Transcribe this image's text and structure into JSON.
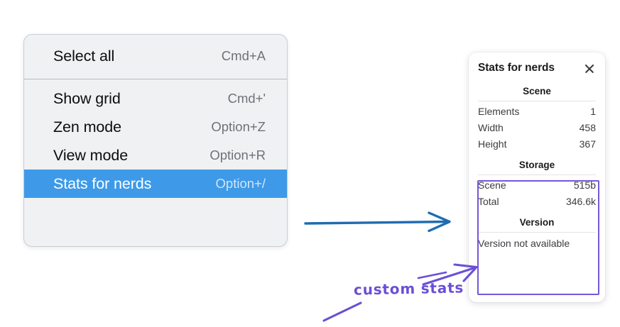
{
  "context_menu": {
    "name": "canvas-context-menu",
    "groups": [
      {
        "items": [
          {
            "label": "Select all",
            "shortcut": "Cmd+A",
            "selected": false
          }
        ]
      },
      {
        "items": [
          {
            "label": "Show grid",
            "shortcut": "Cmd+'",
            "selected": false
          },
          {
            "label": "Zen mode",
            "shortcut": "Option+Z",
            "selected": false
          },
          {
            "label": "View mode",
            "shortcut": "Option+R",
            "selected": false
          },
          {
            "label": "Stats for nerds",
            "shortcut": "Option+/",
            "selected": true
          }
        ]
      }
    ]
  },
  "stats_panel": {
    "title": "Stats for nerds",
    "close_icon": "close-icon",
    "sections": [
      {
        "heading": "Scene",
        "rows": [
          {
            "key": "Elements",
            "value": "1"
          },
          {
            "key": "Width",
            "value": "458"
          },
          {
            "key": "Height",
            "value": "367"
          }
        ]
      },
      {
        "heading": "Storage",
        "rows": [
          {
            "key": "Scene",
            "value": "515b"
          },
          {
            "key": "Total",
            "value": "346.6k"
          }
        ]
      },
      {
        "heading": "Version",
        "full_rows": [
          "Version not available"
        ]
      }
    ]
  },
  "annotations": {
    "custom_stats_label": "custom stats",
    "flow_arrow": "blue-flow-arrow",
    "highlight_box": "purple-highlight-box"
  },
  "colors": {
    "menu_background": "#f0f1f3",
    "menu_border": "#c9ced6",
    "menu_divider": "#b2bac6",
    "selection_blue": "#3e9ae8",
    "selection_text": "#ffffff",
    "shortcut_gray": "#6e7277",
    "panel_background": "#ffffff",
    "panel_rule": "#e3e3e6",
    "annotation_purple": "#6b4fd6",
    "annotation_box_purple": "#7557d8",
    "flow_arrow_blue": "#1f6cb0",
    "page_background": "#ffffff"
  }
}
